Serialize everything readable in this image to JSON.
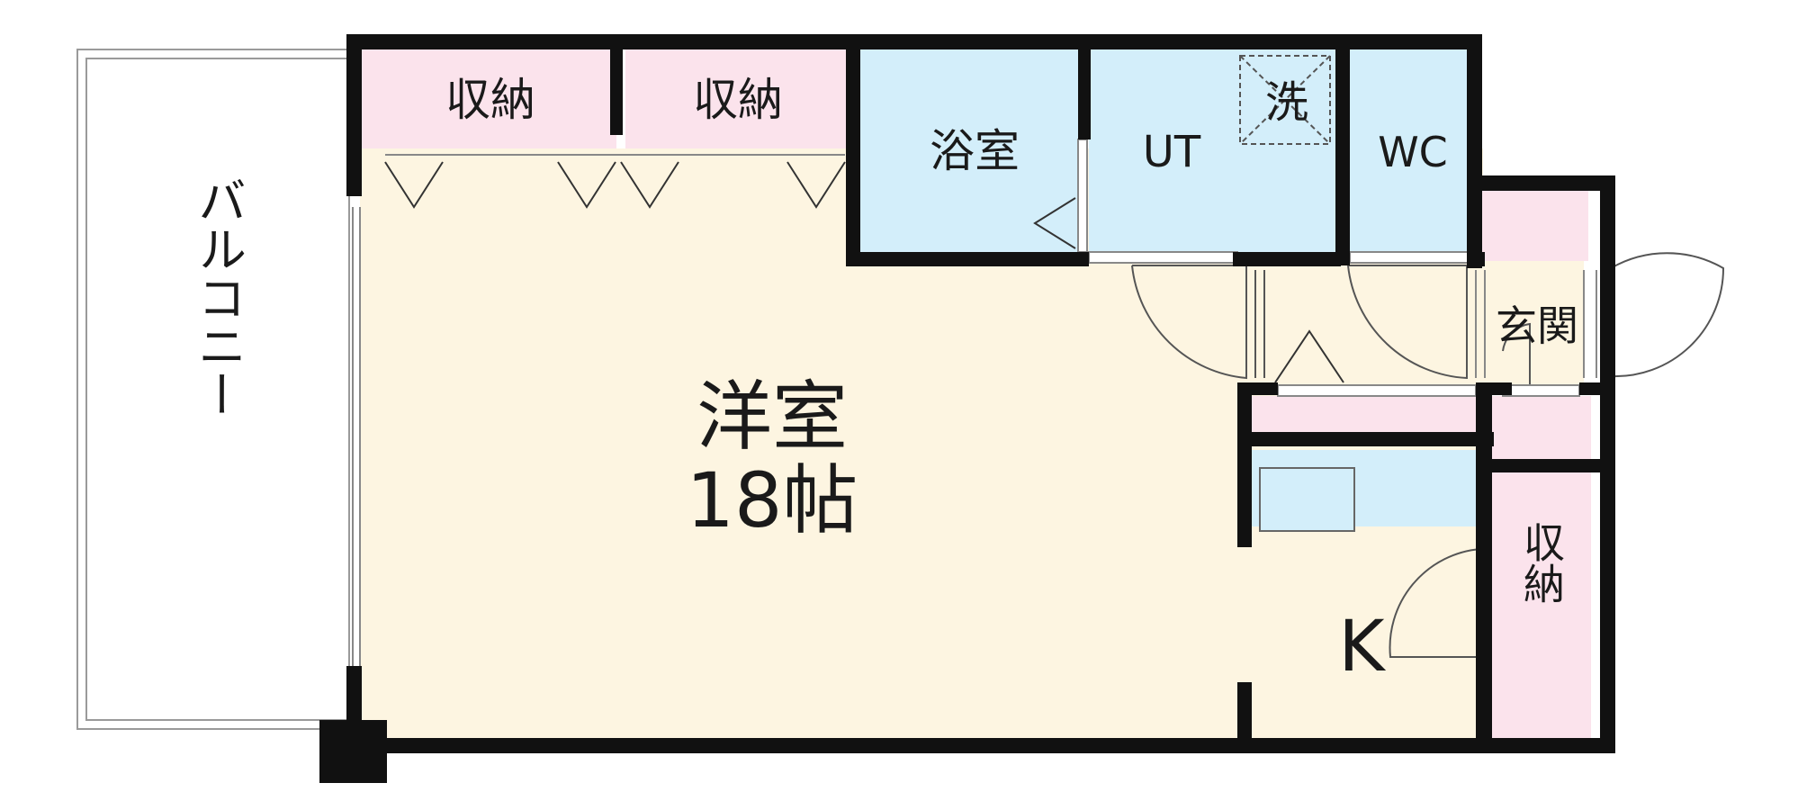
{
  "floorplan": {
    "rooms": {
      "storage_top_left": "収納",
      "storage_top_right": "収納",
      "bath": "浴室",
      "utility": "UT",
      "washer": "洗",
      "toilet": "WC",
      "entrance": "玄関",
      "balcony": "バルコニー",
      "western_room": "洋室",
      "western_room_size": "18帖",
      "kitchen": "K",
      "storage_right": "収納"
    },
    "colors": {
      "living": "#fdf5e1",
      "storage": "#fbe3ec",
      "wet_area": "#d3eefa",
      "wall": "#111111",
      "balcony": "#ffffff"
    }
  }
}
